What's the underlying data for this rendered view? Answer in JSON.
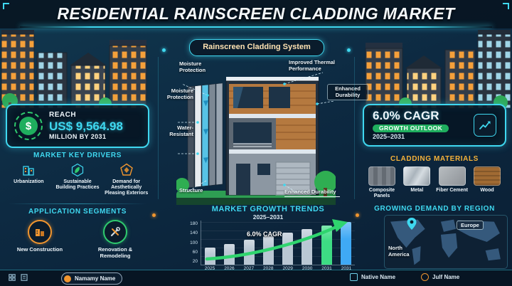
{
  "colors": {
    "accent_cyan": "#3fd8f0",
    "accent_green": "#2fca6e",
    "accent_orange": "#f0952f"
  },
  "header": {
    "title": "RESIDENTIAL RAINSCREEN CLADDING MARKET"
  },
  "diagram": {
    "banner": "Rainscreen Cladding System",
    "callouts": {
      "top_left": "Moisture Protection",
      "top_right": "Improved Thermal Performance",
      "right": "Enhanced Durability",
      "left_upper": "Moisture Protection",
      "left_lower": "Water-Resistant",
      "bottom_left": "Structure",
      "bottom_right": "Enhanced Durability"
    }
  },
  "market_stat": {
    "prefix": "REACH",
    "value": "US$ 9,564.98",
    "suffix": "MILLION BY 2031"
  },
  "key_drivers": {
    "title": "MARKET KEY DRIVERS",
    "items": [
      {
        "label": "Urbanization"
      },
      {
        "label": "Sustainable Building Practices"
      },
      {
        "label": "Demand for Aesthetically Pleasing Exteriors"
      }
    ]
  },
  "application_segments": {
    "title": "APPLICATION SEGMENTS",
    "items": [
      {
        "label": "New Construction"
      },
      {
        "label": "Renovation & Remodeling"
      }
    ]
  },
  "growth_outlook": {
    "value": "6.0% CAGR",
    "label": "GROWTH OUTLOOK",
    "period": "2025–2031"
  },
  "cladding_materials": {
    "title": "CLADDING MATERIALS",
    "items": [
      {
        "label": "Composite Panels"
      },
      {
        "label": "Metal"
      },
      {
        "label": "Fiber Cement"
      },
      {
        "label": "Wood"
      }
    ]
  },
  "regions": {
    "title": "GROWING DEMAND BY REGION",
    "items": [
      {
        "label": "North America"
      },
      {
        "label": "Europe"
      }
    ]
  },
  "chart_data": {
    "type": "bar",
    "title": "MARKET GROWTH TRENDS",
    "subtitle": "2025–2031",
    "annotation": "6.0% CAGR",
    "categories": [
      "2025",
      "2026",
      "2027",
      "2028",
      "2029",
      "2030",
      "2031",
      "2031"
    ],
    "values": [
      70,
      85,
      100,
      115,
      130,
      145,
      160,
      175
    ],
    "ylim": [
      0,
      180
    ],
    "yticks": [
      "180",
      "140",
      "100",
      "60",
      "20"
    ],
    "bar_colors": [
      "#b9c7d4",
      "#b9c7d4",
      "#b9c7d4",
      "#b9c7d4",
      "#b9c7d4",
      "#b9c7d4",
      "#3ddc84",
      "#3fa9f5"
    ],
    "grid": true,
    "legend": "none"
  },
  "footer": {
    "items": [
      {
        "label": "Namamy Name"
      },
      {
        "label": "Native Name"
      },
      {
        "label": "Julf Name"
      }
    ]
  }
}
